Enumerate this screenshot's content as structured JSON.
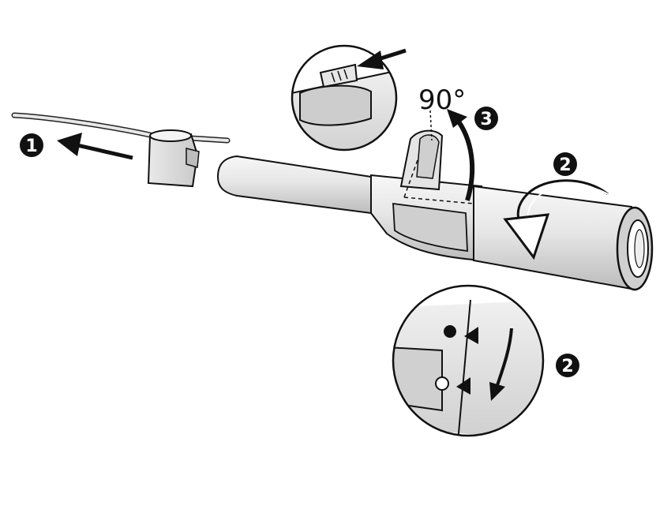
{
  "diagram": {
    "angle_label": "90°",
    "steps": {
      "remove_cap": "1",
      "rotate": "2",
      "detail_rotate": "2",
      "lift": "3"
    }
  },
  "colors": {
    "outline": "#111111",
    "body_light": "#f2f2f2",
    "body_mid": "#d6d6d6",
    "body_dark": "#a8a8a8",
    "badge": "#111111"
  }
}
